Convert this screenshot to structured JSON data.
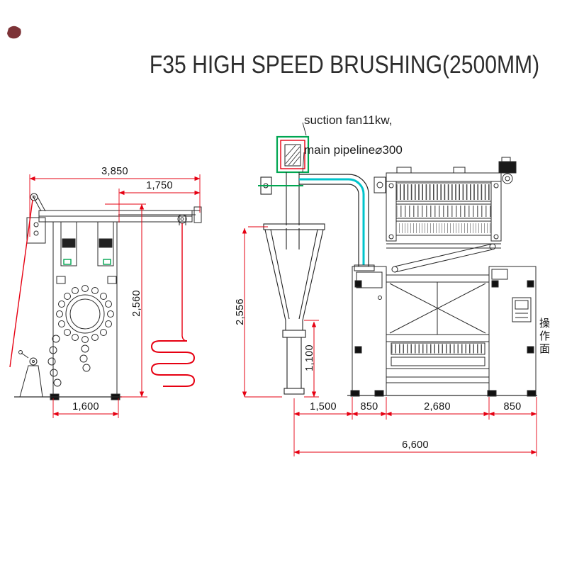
{
  "title": "F35 HIGH SPEED BRUSHING(2500MM)",
  "notes": {
    "suction_fan": "suction fan11kw,",
    "main_pipeline": "main pipeline⌀300",
    "operator_side": "操作面"
  },
  "dims": {
    "left_overall": "3,850",
    "left_upper": "1,750",
    "left_height": "2,560",
    "left_base": "1,600",
    "right_height": "2,556",
    "funnel_height": "1,100",
    "span_fan_to_machine": "1,500",
    "span_left_pedestal": "850",
    "span_body": "2,680",
    "span_right_pedestal": "850",
    "span_total": "6,600"
  },
  "colors": {
    "dimension_red": "#e60012",
    "accent_green": "#00a651",
    "accent_cyan": "#00c4cc",
    "line_black": "#222222"
  }
}
